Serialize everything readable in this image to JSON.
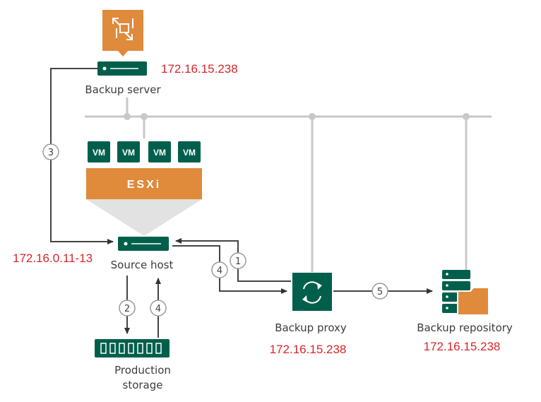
{
  "backup_server": {
    "label": "Backup server",
    "ip": "172.16.15.238"
  },
  "source_host": {
    "label": "Source host",
    "ip": "172.16.0.11-13"
  },
  "hypervisor": {
    "label": "ESXi",
    "vms": [
      "VM",
      "VM",
      "VM",
      "VM"
    ]
  },
  "production_storage": {
    "label_line1": "Production",
    "label_line2": "storage"
  },
  "backup_proxy": {
    "label": "Backup proxy",
    "ip": "172.16.15.238"
  },
  "backup_repository": {
    "label": "Backup repository",
    "ip": "172.16.15.238"
  },
  "steps": [
    "1",
    "2",
    "3",
    "4",
    "5"
  ],
  "colors": {
    "orange": "#e08a3c",
    "green": "#005f4b",
    "ip_red": "#d7262b",
    "line_gray": "#cccccc"
  }
}
